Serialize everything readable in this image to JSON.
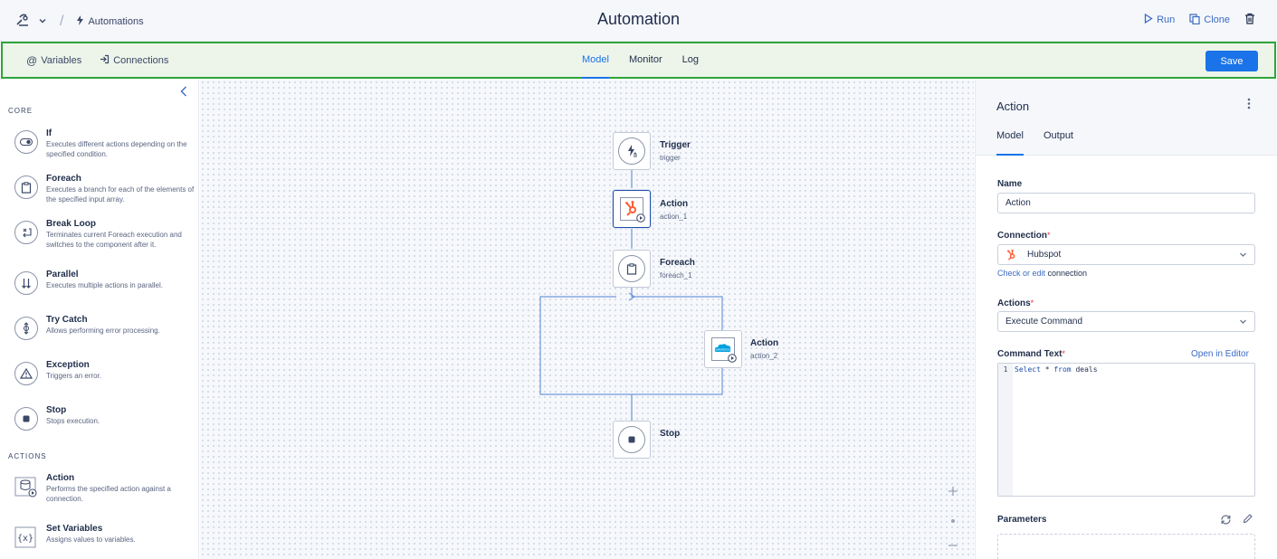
{
  "topbar": {
    "breadcrumb": "Automations",
    "title": "Automation",
    "actions": {
      "run": "Run",
      "clone": "Clone"
    }
  },
  "toolbar": {
    "variables": "Variables",
    "connections": "Connections",
    "tabs": [
      "Model",
      "Monitor",
      "Log"
    ],
    "save": "Save"
  },
  "left_panel": {
    "sections": {
      "core": "CORE",
      "actions": "ACTIONS"
    },
    "core_items": [
      {
        "name": "If",
        "desc": "Executes different actions depending on the specified condition.",
        "icon": "toggle-icon"
      },
      {
        "name": "Foreach",
        "desc": "Executes a branch for each of the elements of the specified input array.",
        "icon": "clipboard-icon"
      },
      {
        "name": "Break Loop",
        "desc": "Terminates current Foreach execution and switches to the component after it.",
        "icon": "break-loop-icon"
      },
      {
        "name": "Parallel",
        "desc": "Executes multiple actions in parallel.",
        "icon": "parallel-arrows-icon"
      },
      {
        "name": "Try Catch",
        "desc": "Allows performing error processing.",
        "icon": "try-catch-icon"
      },
      {
        "name": "Exception",
        "desc": "Triggers an error.",
        "icon": "warning-icon"
      },
      {
        "name": "Stop",
        "desc": "Stops execution.",
        "icon": "stop-icon"
      }
    ],
    "action_items": [
      {
        "name": "Action",
        "desc": "Performs the specified action against a connection.",
        "icon": "database-play-icon"
      },
      {
        "name": "Set Variables",
        "desc": "Assigns values to variables.",
        "icon": "braces-x-icon"
      }
    ]
  },
  "canvas": {
    "nodes": [
      {
        "title": "Trigger",
        "sub": "trigger"
      },
      {
        "title": "Action",
        "sub": "action_1"
      },
      {
        "title": "Foreach",
        "sub": "foreach_1"
      },
      {
        "title": "Action",
        "sub": "action_2"
      },
      {
        "title": "Stop",
        "sub": ""
      }
    ],
    "salesforce_logo": "salesforce"
  },
  "right_panel": {
    "title": "Action",
    "tabs": [
      "Model",
      "Output"
    ],
    "name_label": "Name",
    "name_value": "Action",
    "connection_label": "Connection",
    "connection_value": "Hubspot",
    "check_link": "Check or edit",
    "check_rest": " connection",
    "actions_label": "Actions",
    "actions_value": "Execute Command",
    "command_label": "Command Text",
    "open_editor": "Open in Editor",
    "code_line_no": "1",
    "code_kw1": "Select",
    "code_mid": " * ",
    "code_kw2": "from",
    "code_rest": " deals",
    "parameters_label": "Parameters",
    "required_mark": "*"
  },
  "colors": {
    "accent": "#1a73e8",
    "toolbar_bg": "#edf5ea",
    "toolbar_border": "#2ea43a",
    "hubspot": "#ff5c35",
    "salesforce": "#00a1e0"
  }
}
